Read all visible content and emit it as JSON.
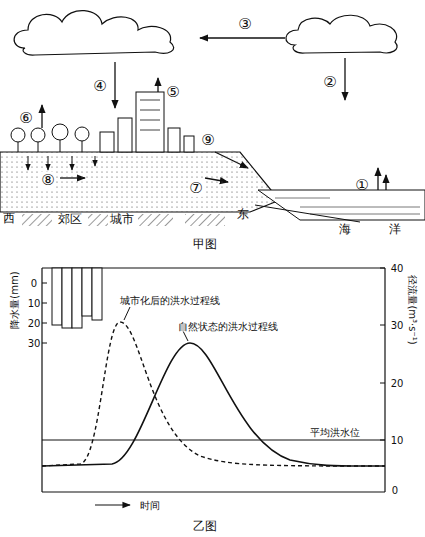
{
  "diagram": {
    "labels": [
      "③",
      "②",
      "④",
      "⑤",
      "⑥",
      "①",
      "⑧",
      "⑦",
      "⑨",
      "西",
      "郊区",
      "城市",
      "东",
      "海",
      "洋",
      "甲图",
      "降水量(mm)",
      "0",
      "10",
      "20",
      "30",
      "径流量(m³·s⁻¹)",
      "40",
      "30",
      "20",
      "10",
      "0",
      "城市化后的洪水过程线",
      "自然状态的洪水过程线",
      "平均洪水位",
      "时间",
      "乙图"
    ]
  }
}
